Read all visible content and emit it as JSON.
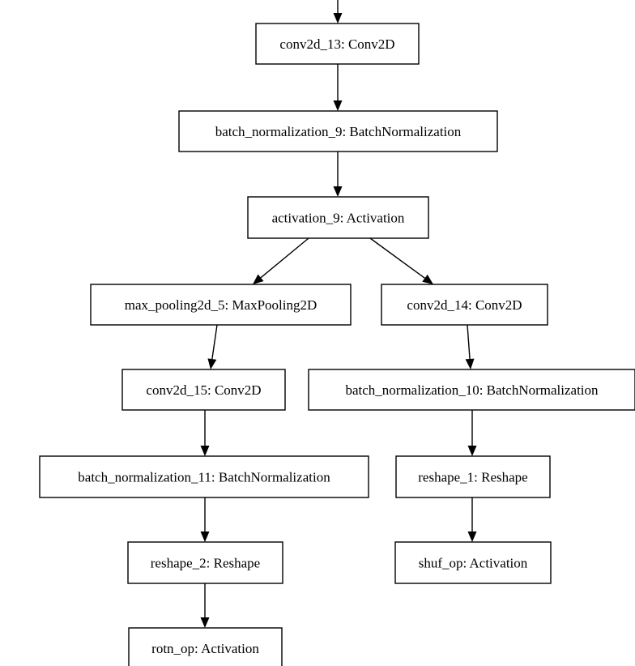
{
  "nodes": [
    {
      "id": "conv2d_13",
      "label": "conv2d_13: Conv2D"
    },
    {
      "id": "bn_9",
      "label": "batch_normalization_9: BatchNormalization"
    },
    {
      "id": "activation_9",
      "label": "activation_9: Activation"
    },
    {
      "id": "max_pooling2d_5",
      "label": "max_pooling2d_5: MaxPooling2D"
    },
    {
      "id": "conv2d_14",
      "label": "conv2d_14: Conv2D"
    },
    {
      "id": "conv2d_15",
      "label": "conv2d_15: Conv2D"
    },
    {
      "id": "bn_10",
      "label": "batch_normalization_10: BatchNormalization"
    },
    {
      "id": "bn_11",
      "label": "batch_normalization_11: BatchNormalization"
    },
    {
      "id": "reshape_1",
      "label": "reshape_1: Reshape"
    },
    {
      "id": "reshape_2",
      "label": "reshape_2: Reshape"
    },
    {
      "id": "shuf_op",
      "label": "shuf_op: Activation"
    },
    {
      "id": "rotn_op",
      "label": "rotn_op: Activation"
    }
  ],
  "edges": [
    {
      "from": "incoming",
      "to": "conv2d_13"
    },
    {
      "from": "conv2d_13",
      "to": "bn_9"
    },
    {
      "from": "bn_9",
      "to": "activation_9"
    },
    {
      "from": "activation_9",
      "to": "max_pooling2d_5"
    },
    {
      "from": "activation_9",
      "to": "conv2d_14"
    },
    {
      "from": "max_pooling2d_5",
      "to": "conv2d_15"
    },
    {
      "from": "conv2d_14",
      "to": "bn_10"
    },
    {
      "from": "conv2d_15",
      "to": "bn_11"
    },
    {
      "from": "bn_10",
      "to": "reshape_1"
    },
    {
      "from": "reshape_1",
      "to": "shuf_op"
    },
    {
      "from": "bn_11",
      "to": "reshape_2"
    },
    {
      "from": "reshape_2",
      "to": "rotn_op"
    }
  ]
}
